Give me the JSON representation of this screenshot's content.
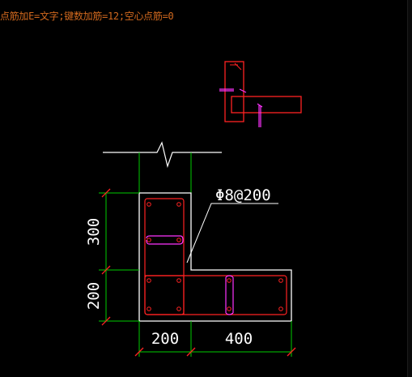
{
  "status_bar": {
    "text": "点筋加E=文字;键数加筋=12;空心点筋=0"
  },
  "annotations": {
    "stirrup_label": "Φ8@200"
  },
  "dimensions": {
    "v_upper": "300",
    "v_lower": "200",
    "h_left": "200",
    "h_right": "400"
  },
  "colors": {
    "background": "#000000",
    "outline": "#ffffff",
    "stirrup": "#ff2222",
    "tie": "#ff33ff",
    "dimension": "#00cc00",
    "text": "#ffffff",
    "status": "#d2691e"
  }
}
